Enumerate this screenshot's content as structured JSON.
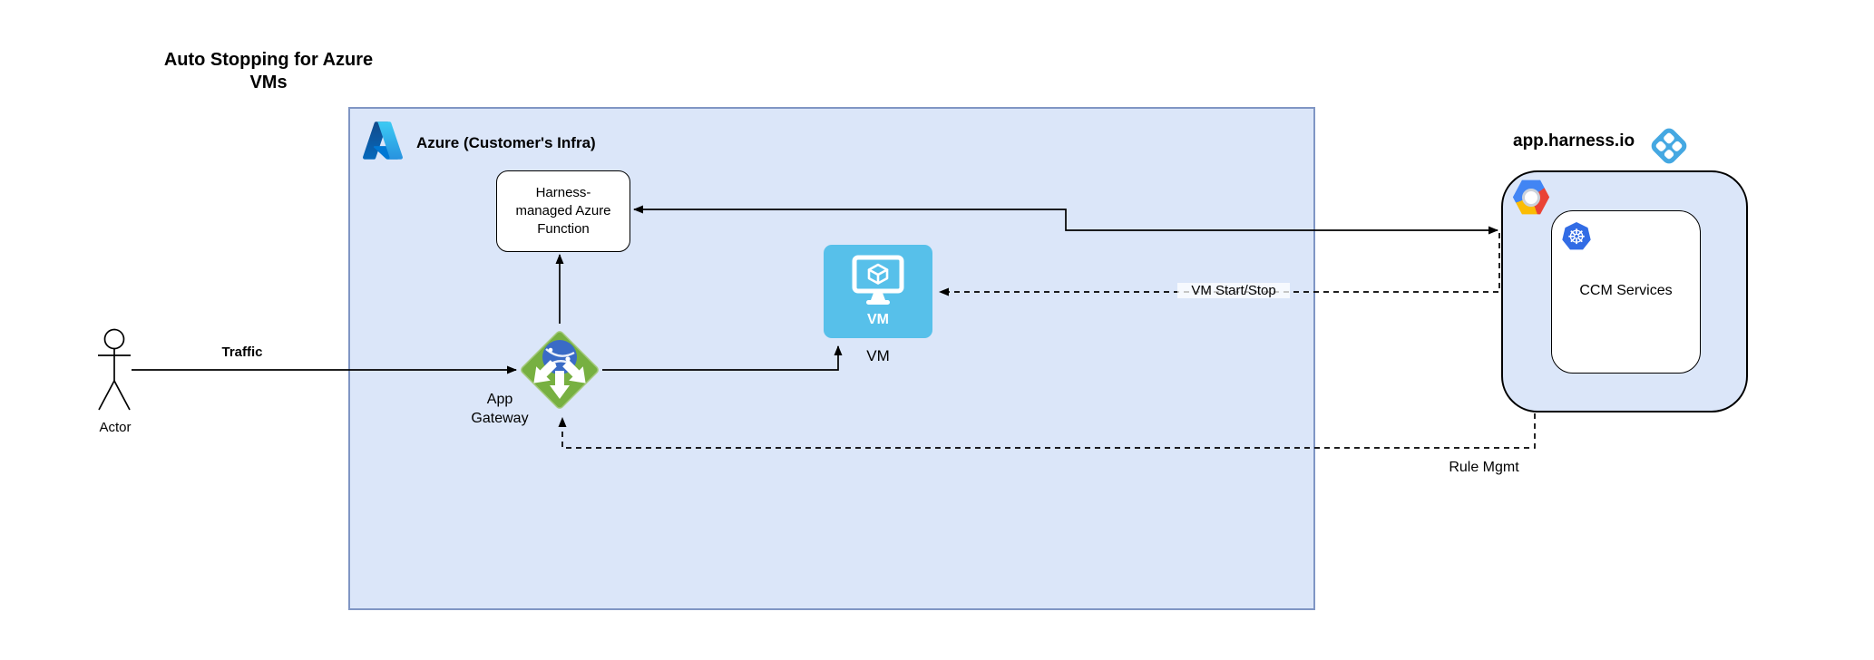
{
  "title": "Auto Stopping for Azure VMs",
  "azure": {
    "label": "Azure (Customer's Infra)"
  },
  "function_box": {
    "label": "Harness-managed Azure Function"
  },
  "vm": {
    "icon_text": "VM",
    "label": "VM"
  },
  "gateway": {
    "label": "App Gateway"
  },
  "actor": {
    "label": "Actor"
  },
  "harness": {
    "label": "app.harness.io",
    "ccm": {
      "label": "CCM Services"
    }
  },
  "edges": {
    "traffic": {
      "label": "Traffic"
    },
    "vm_start_stop": {
      "label": "VM Start/Stop"
    },
    "rule_mgmt": {
      "label": "Rule Mgmt"
    }
  },
  "icons": {
    "azure_logo": "azure-logo",
    "harness_logo": "harness-logo",
    "gcp_logo": "gcp-logo",
    "k8s_logo": "kubernetes-logo",
    "k8s_glyph": "☸",
    "vm_monitor": "vm-monitor",
    "app_gateway": "app-gateway-diamond",
    "actor_figure": "uml-actor"
  },
  "colors": {
    "canvas_bg": "#ffffff",
    "azure_box_fill": "#dbe6f9",
    "azure_box_stroke": "#8096c4",
    "vm_fill": "#57c0ea",
    "gateway_green": "#77b041",
    "gateway_rim": "#a4ca7c",
    "globe_blue": "#3a6bc6",
    "harness_blue": "#45a8e2",
    "k8s_blue": "#326ce5",
    "gcp_blue": "#4285f4",
    "gcp_red": "#ea4335",
    "gcp_yellow": "#fbbc05",
    "line_color": "#000000"
  }
}
